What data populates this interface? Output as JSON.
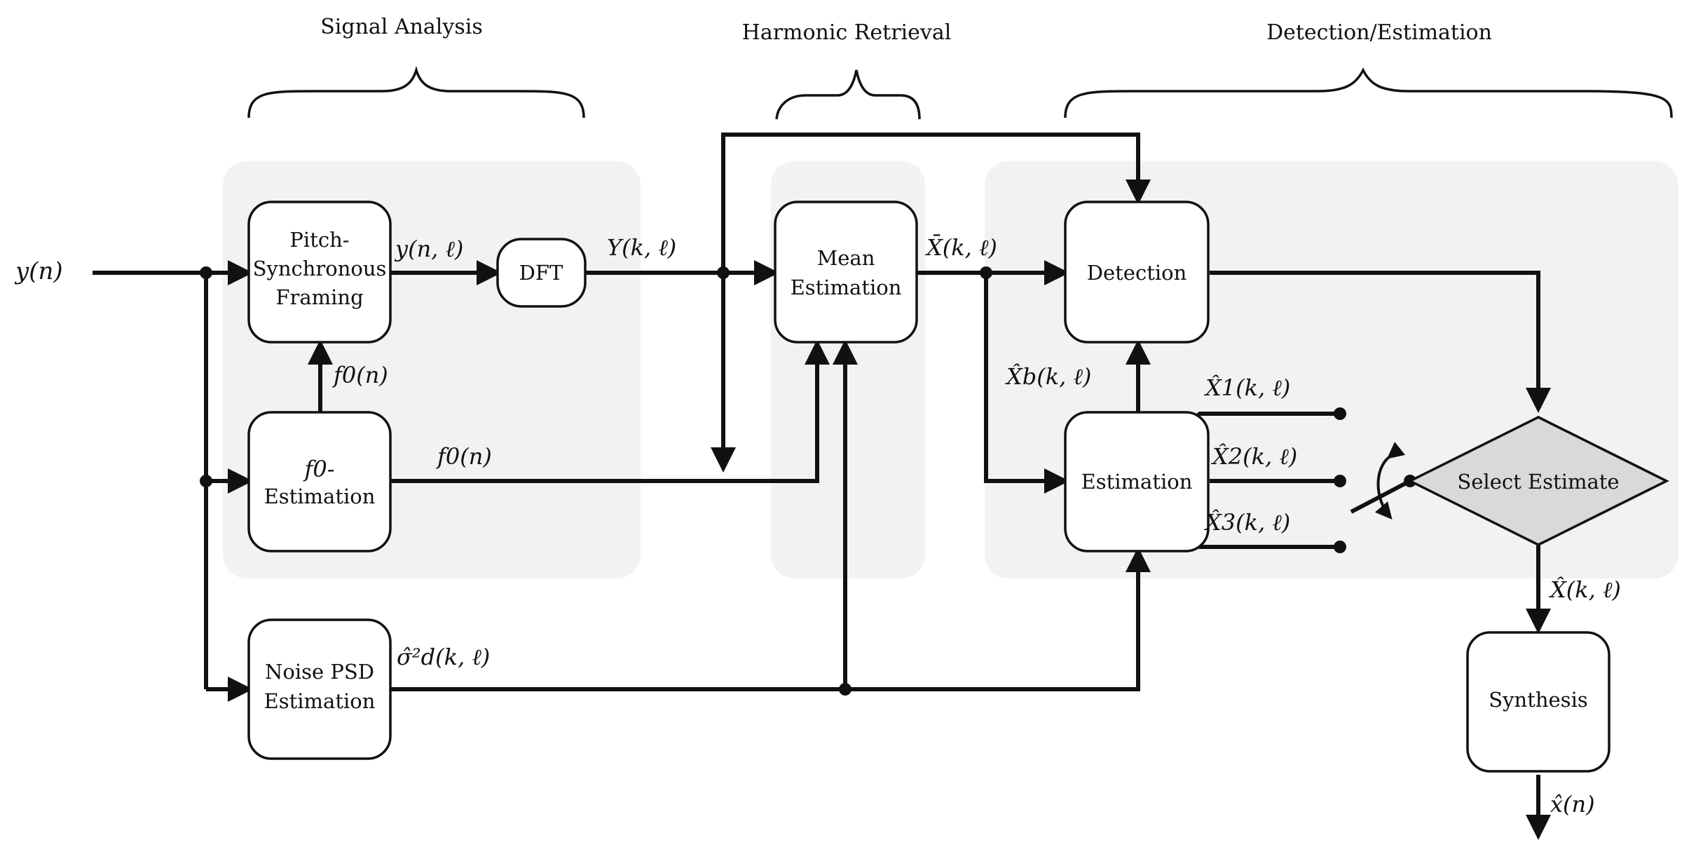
{
  "groups": {
    "signal_analysis": "Signal Analysis",
    "harmonic_retrieval": "Harmonic Retrieval",
    "detection_estimation": "Detection/Estimation"
  },
  "blocks": {
    "pitch_framing": [
      "Pitch-",
      "Synchronous",
      "Framing"
    ],
    "dft": "DFT",
    "f0_estimation": [
      "f0-",
      "Estimation"
    ],
    "noise_psd": [
      "Noise PSD",
      "Estimation"
    ],
    "mean_estimation": [
      "Mean",
      "Estimation"
    ],
    "detection": "Detection",
    "estimation": "Estimation",
    "select_estimate": "Select Estimate",
    "synthesis": "Synthesis"
  },
  "signals": {
    "input": "y(n)",
    "framed": "y(n, ℓ)",
    "spectrum": "Y(k, ℓ)",
    "f0_up": "f0(n)",
    "f0_right": "f0(n)",
    "noise_var": "σ̂²d(k, ℓ)",
    "mean": "X̄(k, ℓ)",
    "xb": "X̂b(k, ℓ)",
    "x1": "X̂1(k, ℓ)",
    "x2": "X̂2(k, ℓ)",
    "x3": "X̂3(k, ℓ)",
    "xhat": "X̂(k, ℓ)",
    "output": "x̂(n)"
  }
}
